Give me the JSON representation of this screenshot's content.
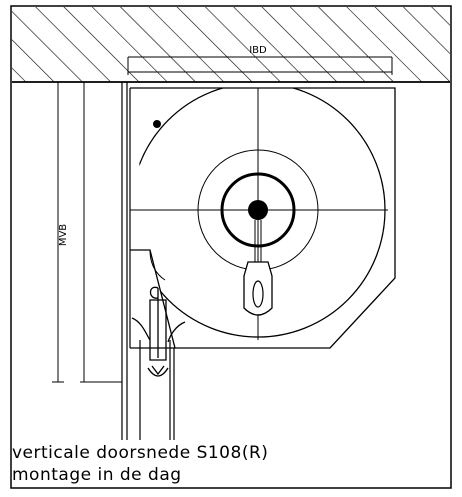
{
  "drawing": {
    "dimension_top": "IBD",
    "dimension_left": "MVB"
  },
  "caption": {
    "line1": "verticale doorsnede S108(R)",
    "line2": "montage in de dag"
  }
}
